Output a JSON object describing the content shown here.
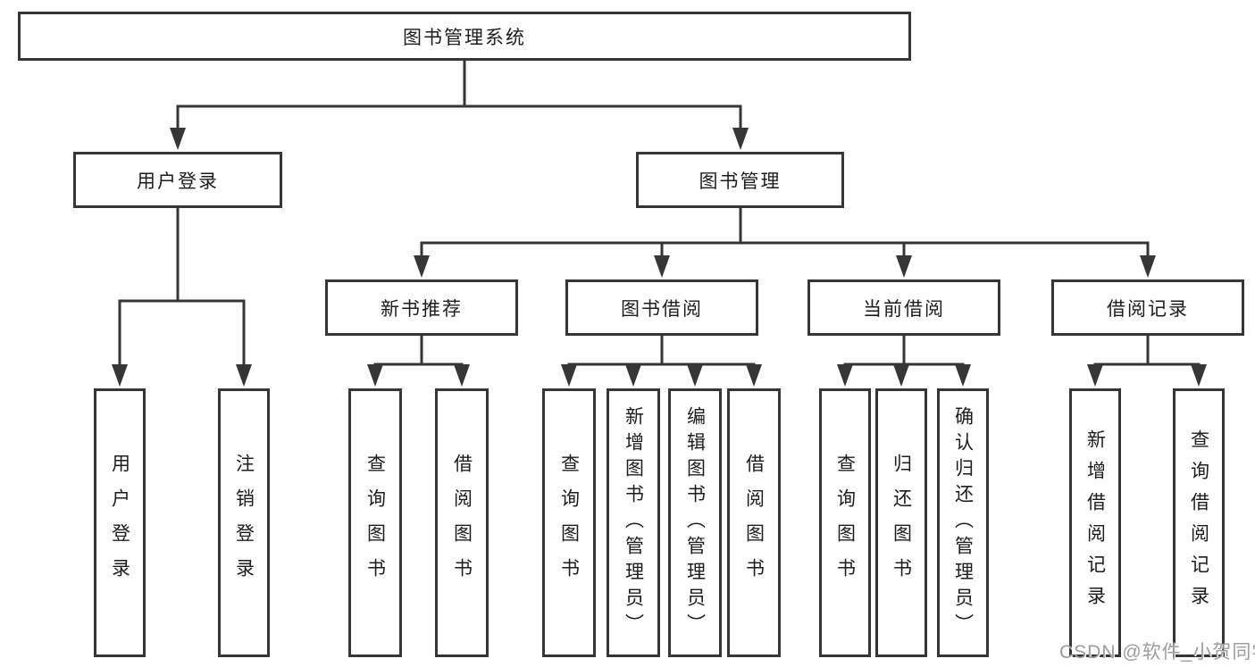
{
  "diagram": {
    "type": "tree",
    "title": "图书管理系统",
    "nodes": {
      "root": "图书管理系统",
      "user_login": "用户登录",
      "book_mgmt": "图书管理",
      "new_book": "新书推荐",
      "book_borrow": "图书借阅",
      "current_borrow": "当前借阅",
      "borrow_records": "借阅记录",
      "leaf_user_login": "用户登录",
      "leaf_logout": "注销登录",
      "leaf_query_book_1": "查询图书",
      "leaf_borrow_book_1": "借阅图书",
      "leaf_query_book_2": "查询图书",
      "leaf_add_book": "新增图书（管理员）",
      "leaf_edit_book": "编辑图书（管理员）",
      "leaf_borrow_book_2": "借阅图书",
      "leaf_query_book_3": "查询图书",
      "leaf_return_book": "归还图书",
      "leaf_confirm_return": "确认归还（管理员）",
      "leaf_add_record": "新增借阅记录",
      "leaf_query_record": "查询借阅记录"
    },
    "hierarchy": {
      "label": "图书管理系统",
      "children": [
        {
          "label": "用户登录",
          "children": [
            {
              "label": "用户登录"
            },
            {
              "label": "注销登录"
            }
          ]
        },
        {
          "label": "图书管理",
          "children": [
            {
              "label": "新书推荐",
              "children": [
                {
                  "label": "查询图书"
                },
                {
                  "label": "借阅图书"
                }
              ]
            },
            {
              "label": "图书借阅",
              "children": [
                {
                  "label": "查询图书"
                },
                {
                  "label": "新增图书（管理员）"
                },
                {
                  "label": "编辑图书（管理员）"
                },
                {
                  "label": "借阅图书"
                }
              ]
            },
            {
              "label": "当前借阅",
              "children": [
                {
                  "label": "查询图书"
                },
                {
                  "label": "归还图书"
                },
                {
                  "label": "确认归还（管理员）"
                }
              ]
            },
            {
              "label": "借阅记录",
              "children": [
                {
                  "label": "新增借阅记录"
                },
                {
                  "label": "查询借阅记录"
                }
              ]
            }
          ]
        }
      ]
    },
    "colors": {
      "line": "#363636",
      "box_border": "#363636",
      "text": "#1d1d1d",
      "background": "#ffffff",
      "watermark": "#9d9d9d"
    }
  },
  "watermark": {
    "text": "CSDN @软件_小贺同学"
  }
}
